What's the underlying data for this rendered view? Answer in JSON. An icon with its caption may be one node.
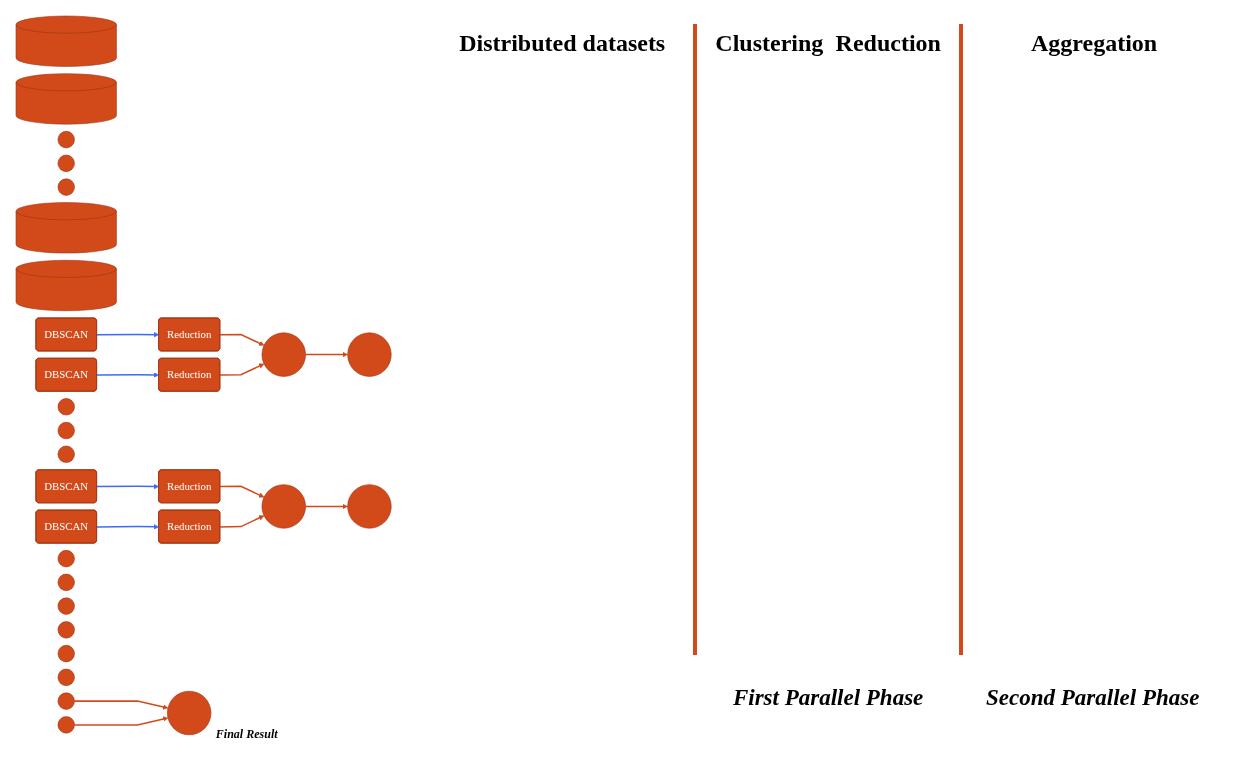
{
  "diagram": {
    "nodes": [
      {
        "text": [],
        "shape": "cylinder"
      },
      {
        "text": [],
        "shape": "cylinder"
      },
      {
        "text": [],
        "shape": "circle"
      },
      {
        "text": [],
        "shape": "circle"
      },
      {
        "text": [],
        "shape": "circle"
      },
      {
        "text": [],
        "shape": "cylinder"
      },
      {
        "text": [],
        "shape": "cylinder"
      },
      {
        "text": [
          "DBSCAN"
        ]
      },
      {
        "text": [
          "DBSCAN"
        ]
      },
      {
        "text": [],
        "shape": "circle"
      },
      {
        "text": [],
        "shape": "circle"
      },
      {
        "text": [],
        "shape": "circle"
      },
      {
        "text": [
          "DBSCAN"
        ]
      },
      {
        "text": [
          "DBSCAN"
        ]
      },
      {
        "text": [
          "Reduction"
        ]
      },
      {
        "text": [
          "Reduction"
        ]
      },
      {
        "text": [],
        "shape": "circle"
      },
      {
        "text": [],
        "shape": "circle"
      },
      {
        "text": [],
        "shape": "circle"
      },
      {
        "text": [
          "Reduction"
        ]
      },
      {
        "text": [
          "Reduction"
        ]
      },
      {
        "text": [],
        "shape": "circle"
      },
      {
        "text": [],
        "shape": "circle"
      },
      {
        "text": [],
        "shape": "circle"
      },
      {
        "text": [],
        "shape": "circle"
      },
      {
        "text": [],
        "shape": "circle"
      },
      {
        "text": [],
        "shape": "circle"
      },
      {
        "text": [],
        "shape": "circle"
      },
      {
        "text": [],
        "shape": "circle"
      },
      {
        "text": [],
        "shape": "circle"
      },
      {
        "text": [],
        "shape": "circle",
        "beside": [
          "Final Result"
        ]
      }
    ],
    "edges": [
      {
        "from": 7,
        "to": 14,
        "arrow": "to",
        "color": "#3b6cf6"
      },
      {
        "from": 8,
        "to": 15,
        "arrow": "to",
        "color": "#3b6cf6"
      },
      {
        "from": 12,
        "to": 19,
        "arrow": "to",
        "color": "#3b6cf6"
      },
      {
        "from": 13,
        "to": 20,
        "arrow": "to",
        "color": "#3b6cf6"
      },
      {
        "from": 14,
        "to": 21,
        "arrow": "to"
      },
      {
        "from": 15,
        "to": 21,
        "arrow": "to"
      },
      {
        "from": 19,
        "to": 24,
        "arrow": "to"
      },
      {
        "from": 20,
        "to": 24,
        "arrow": "to"
      },
      {
        "from": 21,
        "to": 25,
        "arrow": "to"
      },
      {
        "from": 24,
        "to": 27,
        "arrow": "to"
      },
      {
        "from": 28,
        "to": 30,
        "arrow": "to"
      },
      {
        "from": 29,
        "to": 30,
        "arrow": "to"
      }
    ],
    "labels": [
      "Distributed datasets",
      "Clustering",
      "Reduction",
      "Aggregation",
      "First Parallel Phase",
      "Second Parallel Phase"
    ]
  }
}
